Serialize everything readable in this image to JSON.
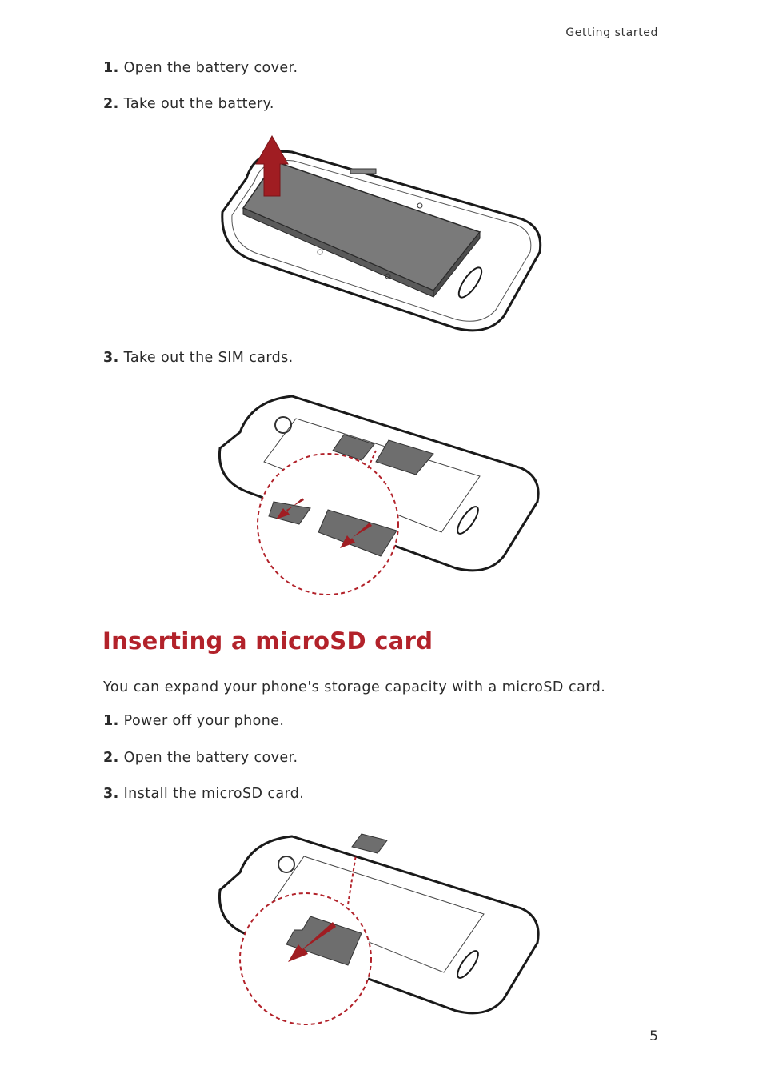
{
  "header": {
    "section": "Getting started"
  },
  "steps_a": [
    {
      "num": "1.",
      "text": "Open the battery cover."
    },
    {
      "num": "2.",
      "text": "Take out the battery."
    },
    {
      "num": "3.",
      "text": "Take out the SIM cards."
    }
  ],
  "section": {
    "title": "Inserting a microSD card",
    "intro": "You can expand your phone's storage capacity with a microSD card."
  },
  "steps_b": [
    {
      "num": "1.",
      "text": "Power off your phone."
    },
    {
      "num": "2.",
      "text": "Open the battery cover."
    },
    {
      "num": "3.",
      "text": "Install the microSD card."
    }
  ],
  "colors": {
    "accent": "#b2222a",
    "arrow": "#a01d22",
    "battery": "#7a7a7a",
    "card": "#6e6e6e"
  },
  "page_number": "5"
}
